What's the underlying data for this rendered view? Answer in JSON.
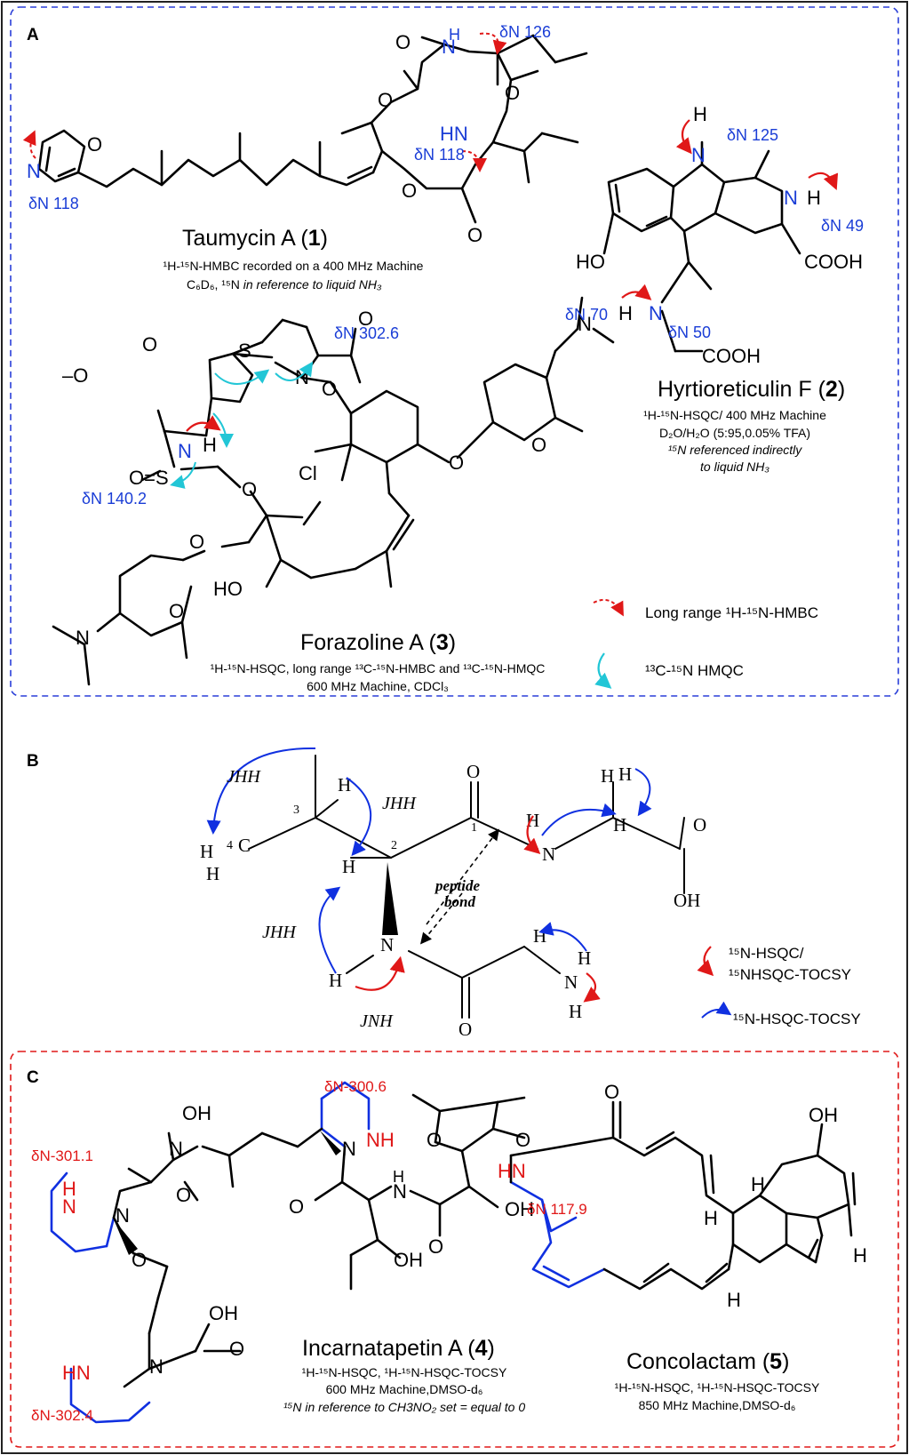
{
  "colors": {
    "blue_label": "#1a3dd6",
    "red_label": "#e01818",
    "red_arrow": "#e01818",
    "cyan_arrow": "#22c6d6",
    "blue_arrow": "#1030e0"
  },
  "panel_a": {
    "tag": "A",
    "taumycin": {
      "name": "Taumycin A (",
      "number": "1",
      "name_end": ")",
      "line1": "¹H-¹⁵N-HMBC recorded on a 400 MHz Machine",
      "line2_a": "C₆D₆,  ¹⁵N ",
      "line2_b": "in reference to liquid NH₃",
      "shifts": [
        "δN 126",
        "δN 118",
        "δN 118"
      ]
    },
    "hyrtio": {
      "name": "Hyrtioreticulin F (",
      "number": "2",
      "name_end": ")",
      "line1": "¹H-¹⁵N-HSQC/ 400 MHz Machine",
      "line2": "D₂O/H₂O (5:95,0.05% TFA)",
      "line3": "¹⁵N referenced indirectly",
      "line4": "to liquid NH₃",
      "shifts": [
        "δN 125",
        "δN 49",
        "δN 50"
      ]
    },
    "forazoline": {
      "name": "Forazoline A (",
      "number": "3",
      "name_end": ")",
      "line1": "¹H-¹⁵N-HSQC, long range ¹³C-¹⁵N-HMBC and ¹³C-¹⁵N-HMQC",
      "line2": "600 MHz Machine, CDCl₃",
      "shifts": [
        "δN 302.6",
        "δN 70",
        "δN 140.2"
      ]
    },
    "legend": [
      "Long range ¹H-¹⁵N-HMBC",
      "¹³C-¹⁵N HMQC"
    ]
  },
  "panel_b": {
    "tag": "B",
    "labels": {
      "jhh1": "JHH",
      "jhh2": "JHH",
      "jhh3": "JHH",
      "jnh": "JNH",
      "peptide": "peptide",
      "bond": "bond"
    },
    "legend": [
      "¹⁵N-HSQC/",
      "¹⁵NHSQC-TOCSY",
      "¹⁵N-HSQC-TOCSY"
    ]
  },
  "panel_c": {
    "tag": "C",
    "incarnatapetin": {
      "name": "Incarnatapetin A (",
      "number": "4",
      "name_end": ")",
      "line1": "¹H-¹⁵N-HSQC, ¹H-¹⁵N-HSQC-TOCSY",
      "line2": "600 MHz Machine,DMSO-d₆",
      "line3": "¹⁵N in reference to CH3NO₂ set = equal to 0",
      "shifts": [
        "δN-300.6",
        "δN-301.1",
        "δN-302.4"
      ]
    },
    "concolactam": {
      "name": "Concolactam (",
      "number": "5",
      "name_end": ")",
      "line1": "¹H-¹⁵N-HSQC, ¹H-¹⁵N-HSQC-TOCSY",
      "line2": "850 MHz Machine,DMSO-d₆",
      "shifts": [
        "δN 117.9"
      ]
    }
  }
}
